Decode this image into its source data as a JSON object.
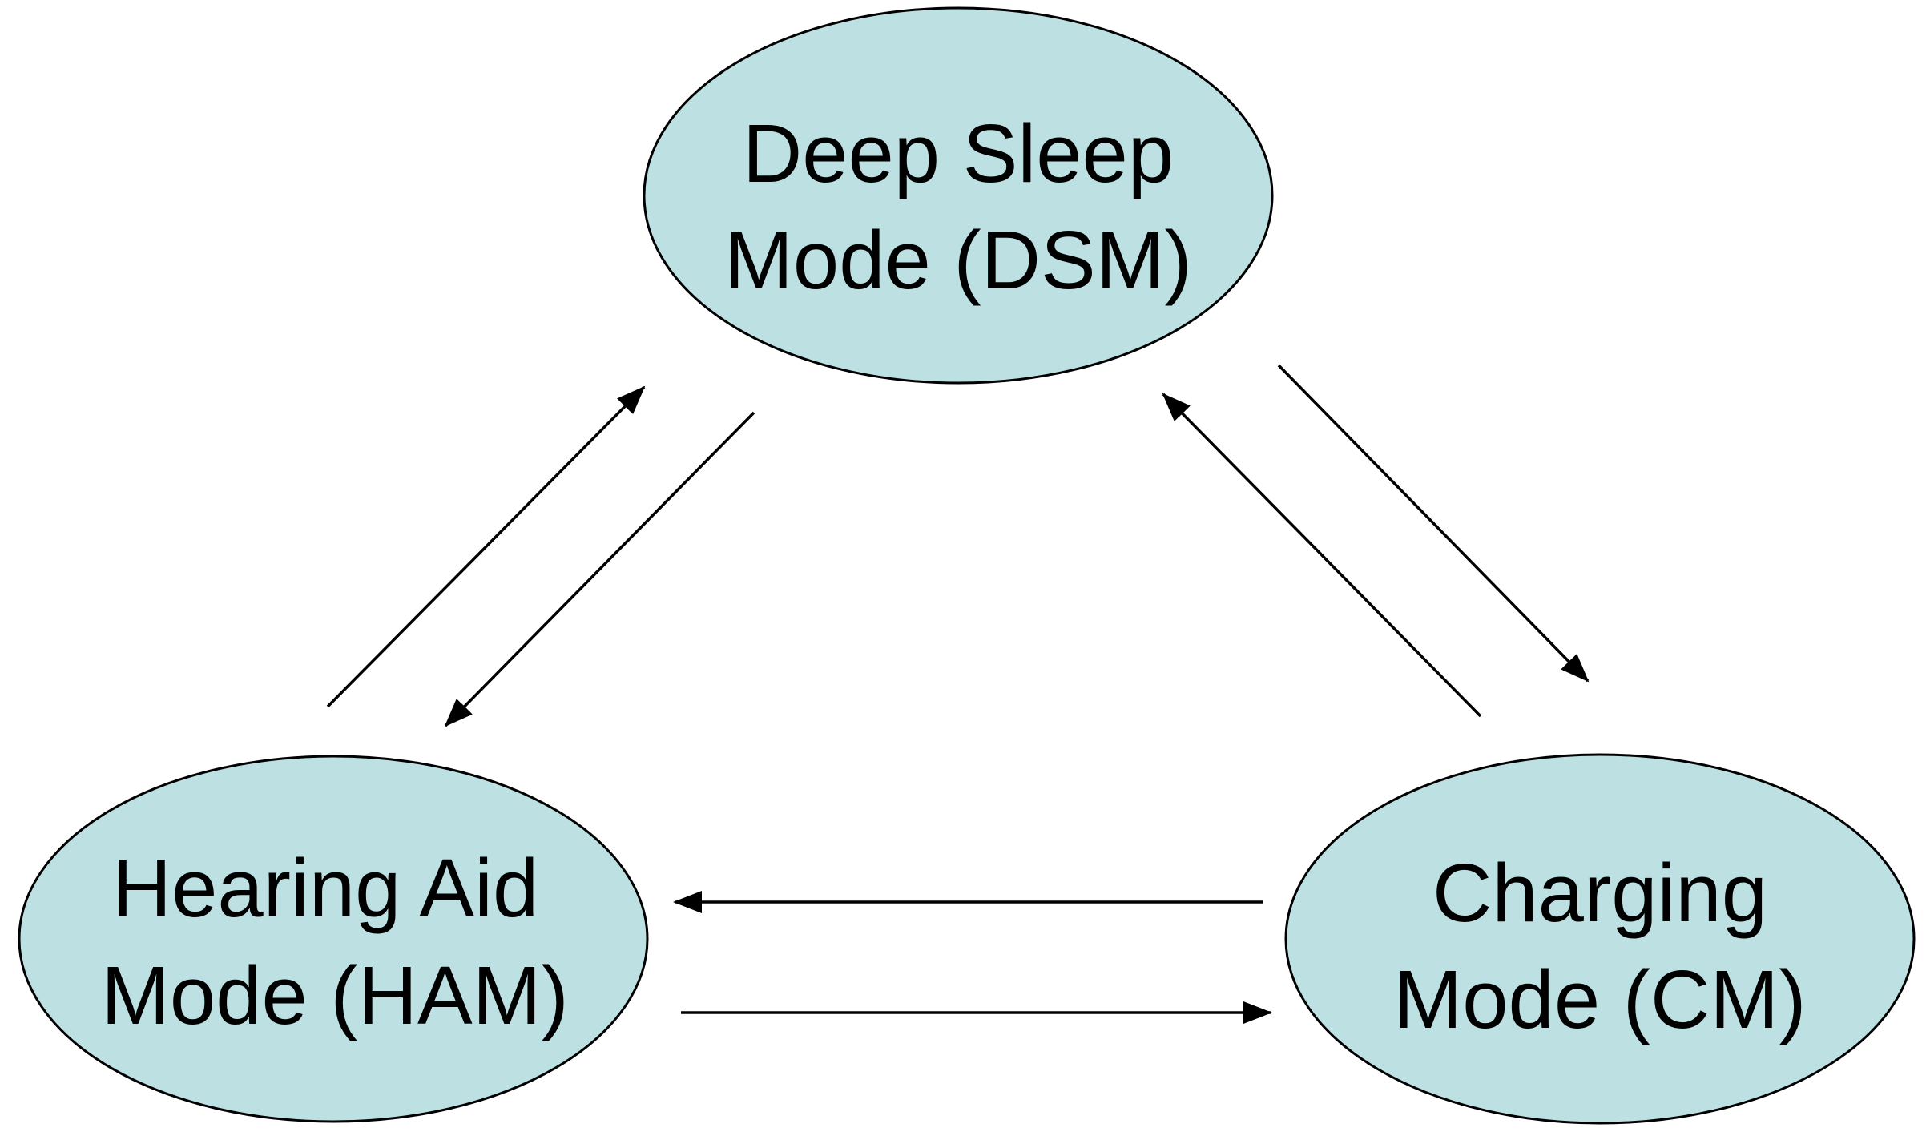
{
  "colors": {
    "node_fill": "#bde0e3",
    "node_stroke": "#000000",
    "edge": "#000000",
    "background": "#ffffff"
  },
  "nodes": {
    "dsm": {
      "line1": "Deep Sleep",
      "line2": "Mode (DSM)"
    },
    "ham": {
      "line1": "Hearing Aid",
      "line2": "Mode (HAM)"
    },
    "cm": {
      "line1": "Charging",
      "line2": "Mode (CM)"
    }
  },
  "edges": [
    {
      "from": "ham",
      "to": "dsm"
    },
    {
      "from": "dsm",
      "to": "ham"
    },
    {
      "from": "dsm",
      "to": "cm"
    },
    {
      "from": "cm",
      "to": "dsm"
    },
    {
      "from": "cm",
      "to": "ham"
    },
    {
      "from": "ham",
      "to": "cm"
    }
  ]
}
